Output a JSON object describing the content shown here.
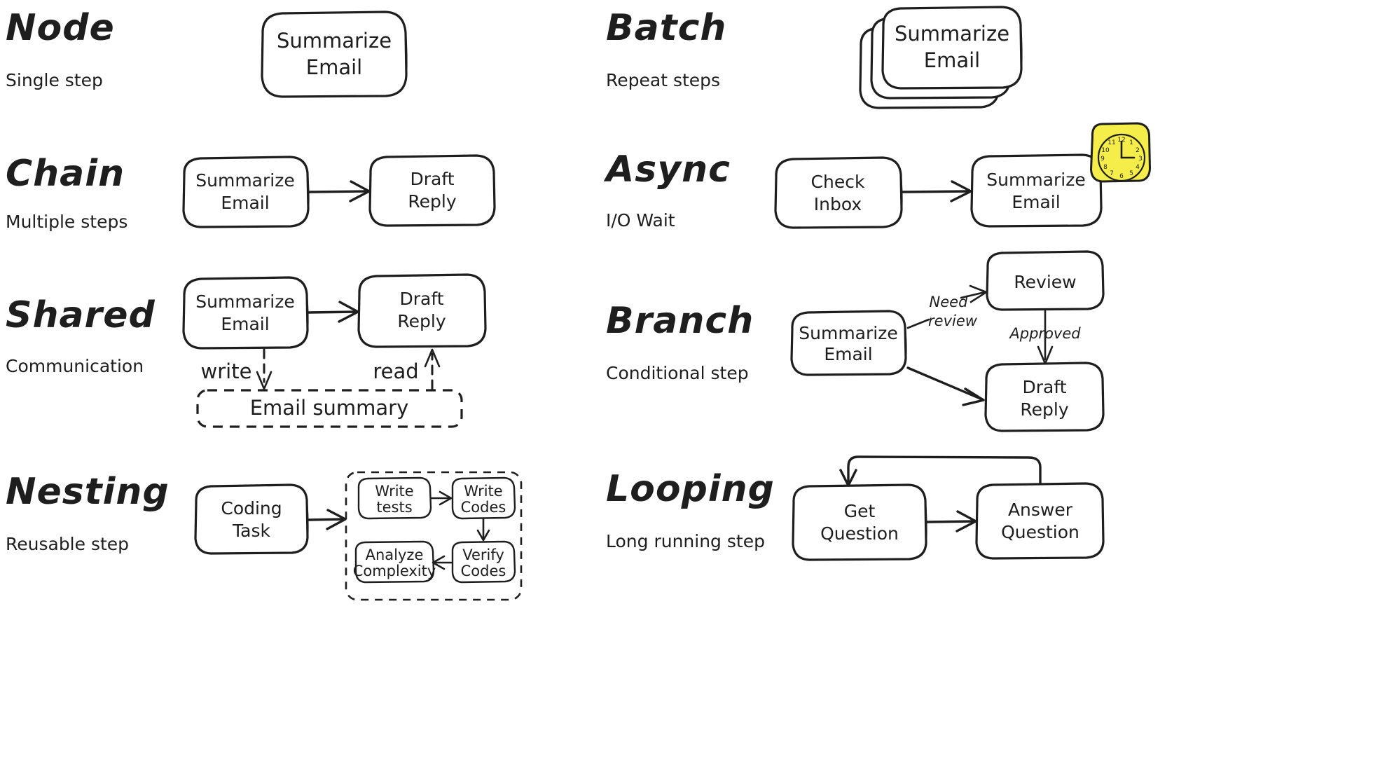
{
  "meta": {
    "background_color": "#ffffff",
    "ink_color": "#1e1e1e",
    "accent_color": "#f5ee4a"
  },
  "sections": [
    {
      "id": "node",
      "title": "Node",
      "subtitle": "Single step",
      "nodes": [
        {
          "label_line1": "Summarize",
          "label_line2": "Email"
        }
      ]
    },
    {
      "id": "batch",
      "title": "Batch",
      "subtitle": "Repeat steps",
      "nodes": [
        {
          "label_line1": "Summarize",
          "label_line2": "Email"
        }
      ],
      "stack_count": 3
    },
    {
      "id": "chain",
      "title": "Chain",
      "subtitle": "Multiple steps",
      "nodes": [
        {
          "label_line1": "Summarize",
          "label_line2": "Email"
        },
        {
          "label_line1": "Draft",
          "label_line2": "Reply"
        }
      ]
    },
    {
      "id": "async",
      "title": "Async",
      "subtitle": "I/O Wait",
      "nodes": [
        {
          "label_line1": "Check",
          "label_line2": "Inbox"
        },
        {
          "label_line1": "Summarize",
          "label_line2": "Email"
        }
      ],
      "badge": "clock-icon"
    },
    {
      "id": "shared",
      "title": "Shared",
      "subtitle": "Communication",
      "nodes": [
        {
          "label_line1": "Summarize",
          "label_line2": "Email"
        },
        {
          "label_line1": "Draft",
          "label_line2": "Reply"
        }
      ],
      "store_label": "Email summary",
      "edge_labels": {
        "write": "write",
        "read": "read"
      }
    },
    {
      "id": "branch",
      "title": "Branch",
      "subtitle": "Conditional step",
      "nodes": [
        {
          "label_line1": "Summarize",
          "label_line2": "Email"
        },
        {
          "label_line1": "Review",
          "label_line2": ""
        },
        {
          "label_line1": "Draft",
          "label_line2": "Reply"
        }
      ],
      "edge_labels": {
        "need_review_line1": "Need",
        "need_review_line2": "review",
        "approved": "Approved"
      }
    },
    {
      "id": "nesting",
      "title": "Nesting",
      "subtitle": "Reusable step",
      "nodes": [
        {
          "label_line1": "Coding",
          "label_line2": "Task"
        }
      ],
      "inner_nodes": [
        {
          "label_line1": "Write",
          "label_line2": "tests"
        },
        {
          "label_line1": "Write",
          "label_line2": "Codes"
        },
        {
          "label_line1": "Verify",
          "label_line2": "Codes"
        },
        {
          "label_line1": "Analyze",
          "label_line2": "Complexity"
        }
      ]
    },
    {
      "id": "looping",
      "title": "Looping",
      "subtitle": "Long running step",
      "nodes": [
        {
          "label_line1": "Get",
          "label_line2": "Question"
        },
        {
          "label_line1": "Answer",
          "label_line2": "Question"
        }
      ]
    }
  ],
  "clock": {
    "numbers": [
      "12",
      "1",
      "2",
      "3",
      "4",
      "5",
      "6",
      "7",
      "8",
      "9",
      "10",
      "11"
    ]
  }
}
